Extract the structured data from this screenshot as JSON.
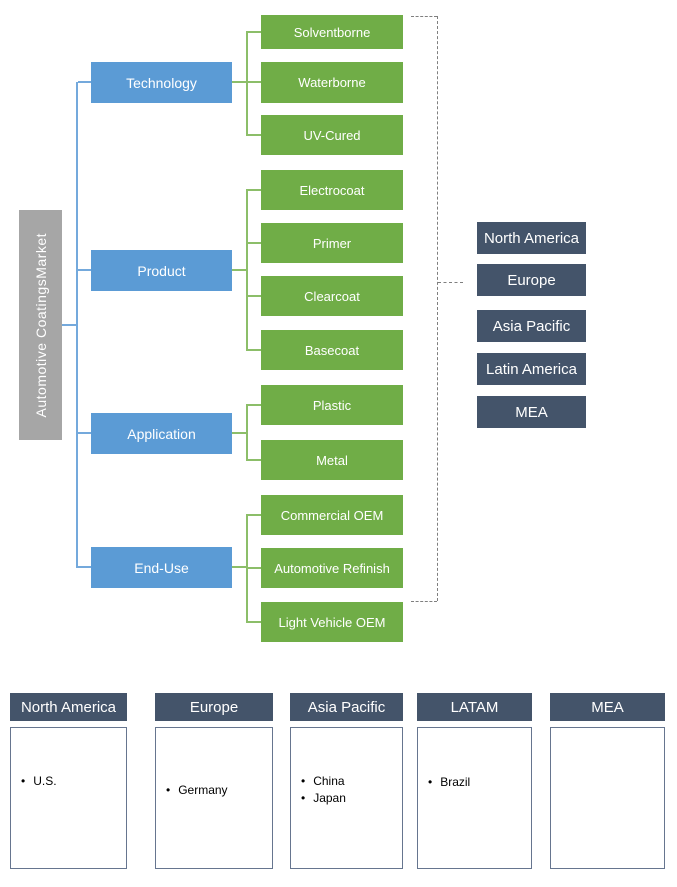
{
  "diagram": {
    "root_label": "Automotive CoatingsMarket",
    "groups": [
      {
        "label": "Technology",
        "children": [
          "Solventborne",
          "Waterborne",
          "UV-Cured"
        ]
      },
      {
        "label": "Product",
        "children": [
          "Electrocoat",
          "Primer",
          "Clearcoat",
          "Basecoat"
        ]
      },
      {
        "label": "Application",
        "children": [
          "Plastic",
          "Metal"
        ]
      },
      {
        "label": "End-Use",
        "children": [
          "Commercial OEM",
          "Automotive Refinish",
          "Light Vehicle OEM"
        ]
      }
    ],
    "regions": [
      "North America",
      "Europe",
      "Asia Pacific",
      "Latin America",
      "MEA"
    ]
  },
  "region_tables": [
    {
      "title": "North America",
      "items": [
        "U.S."
      ]
    },
    {
      "title": "Europe",
      "items": [
        "Germany"
      ]
    },
    {
      "title": "Asia Pacific",
      "items": [
        "China",
        "Japan"
      ]
    },
    {
      "title": "LATAM",
      "items": [
        "Brazil"
      ]
    },
    {
      "title": "MEA",
      "items": []
    }
  ],
  "colors": {
    "category_blue": "#5B9BD5",
    "segment_green": "#70AD47",
    "root_gray": "#A6A6A6",
    "region_slate": "#44546A",
    "connector_blue": "#74A9DC",
    "connector_green": "#8CBE69",
    "dashed_gray": "#7F7F7F"
  }
}
